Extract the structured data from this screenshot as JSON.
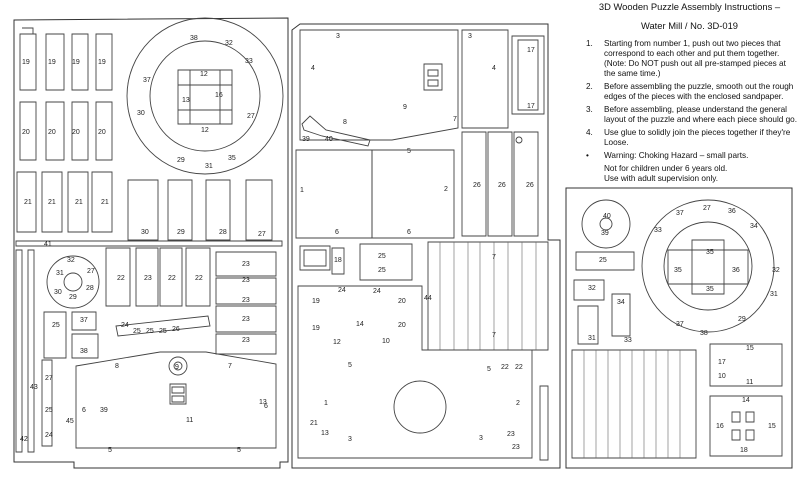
{
  "instructions": {
    "title": "3D Wooden Puzzle Assembly Instructions –",
    "subtitle": "Water Mill  /  No. 3D-019",
    "steps": [
      {
        "num": "1.",
        "text": "Starting from number 1, push out two pieces that correspond to each other and put them together. (Note: Do NOT push out all pre-stamped pieces at the same time.)"
      },
      {
        "num": "2.",
        "text": "Before assembling the puzzle, smooth out the rough edges of the pieces with the enclosed sandpaper."
      },
      {
        "num": "3.",
        "text": "Before assembling, please understand the general layout of the puzzle and where each piece should go."
      },
      {
        "num": "4.",
        "text": "Use glue to solidly join the pieces together if they're Loose."
      },
      {
        "num": "•",
        "text": "Warning: Choking Hazard – small parts."
      }
    ],
    "warning_lines": [
      "Not for children under 6 years old.",
      "Use with adult supervision only."
    ]
  },
  "part_labels": {
    "p1": "1",
    "p2": "2",
    "p3": "3",
    "p4": "4",
    "p5": "5",
    "p6": "6",
    "p7": "7",
    "p8": "8",
    "p9": "9",
    "p10": "10",
    "p11": "11",
    "p12": "12",
    "p13": "13",
    "p14": "14",
    "p15": "15",
    "p16": "16",
    "p17": "17",
    "p18": "18",
    "p19": "19",
    "p20": "20",
    "p21": "21",
    "p22": "22",
    "p23": "23",
    "p24": "24",
    "p25": "25",
    "p26": "26",
    "p27": "27",
    "p28": "28",
    "p29": "29",
    "p30": "30",
    "p31": "31",
    "p32": "32",
    "p33": "33",
    "p34": "34",
    "p35": "35",
    "p36": "36",
    "p37": "37",
    "p38": "38",
    "p39": "39",
    "p40": "40",
    "p41": "41",
    "p42": "42",
    "p43": "43",
    "p44": "44",
    "p45": "45"
  }
}
